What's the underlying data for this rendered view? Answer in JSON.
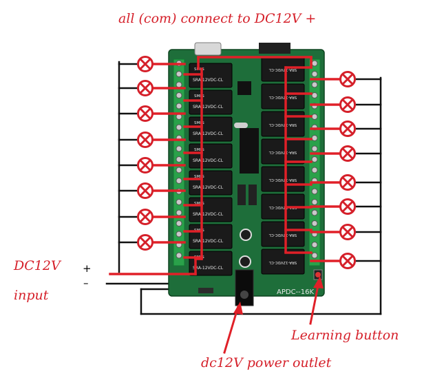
{
  "labels": {
    "top": "all (com) connect to DC12V +",
    "dc_line1": "DC12V",
    "dc_line2": "input",
    "plus": "+",
    "minus": "–",
    "learning": "Learning button",
    "outlet": "dc12V power outlet"
  },
  "board": {
    "model": "APDC--16K",
    "relay_text": "SRA-12VDC-CL",
    "relay_brand": "SMLS",
    "relays_per_column": 8
  },
  "loads": {
    "left_count": 8,
    "right_count": 8
  },
  "colors": {
    "label": "#d5202a",
    "wire_red": "#e02028",
    "wire_black": "#111111",
    "pcb": "#1e6e3a",
    "terminal": "#2aa14a",
    "relay": "#1a1a1a",
    "load_outline": "#d5202a"
  }
}
